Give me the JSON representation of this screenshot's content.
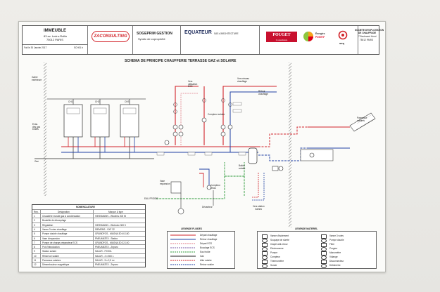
{
  "header": {
    "client": {
      "title": "IMMEUBLE",
      "line1": "83 av. Ledru-Rollin",
      "line2": "75012 PARIS"
    },
    "date_label": "Fait le 30 Janvier 2017",
    "doc_code": "SCH01 b",
    "logo_zaconsulting": "ZACONSULTING",
    "manager": {
      "title": "SOGEPRIM GESTION",
      "subtitle": "Syndic de copropriété"
    },
    "architect": {
      "title": "EQUATEUR",
      "subtitle": "SAS d'ARCHITECTURE"
    },
    "logo_pouget": {
      "name": "POUGET",
      "sub": "Consultants"
    },
    "logo_energies": {
      "line1": "Énergies",
      "line2": "POSIT'IF"
    },
    "logo_seq": "seq",
    "operator": {
      "title": "SOCIETE D'EXPLOITATION",
      "line2": "DE CHAUFFAGE",
      "line3": "7 Boulevard Henri",
      "line4": "75012 PARIS"
    }
  },
  "diagram": {
    "title": "SCHEMA DE PRINCIPE CHAUFFERIE TERRASSE  GAZ et SOLAIRE",
    "boilers": [
      "CH1",
      "CH2",
      "CH3"
    ],
    "labels": {
      "gaine": "Gaine\nextérieure",
      "evac": "Evac.\ndes gaz\nbrûlés",
      "gaz": "Gaz",
      "eau_froide": "EAU FROIDE",
      "compteur_solaire": "Compteur solaire",
      "compteur_eau": "Compteur\nd'eau",
      "vers_utilisation": "Vers\nutilisation\nECS",
      "vers_chauffage": "Vers réseau\nchauffage",
      "retour_chauffage": "Retour\nchauffage",
      "capteurs": "Panneaux\nsolaires",
      "vers_station": "Vers station\nbalnéo",
      "vase": "Vase\nexpansion",
      "decanteur": "Décanteur",
      "ballon": "Ballon\nsolaire"
    }
  },
  "nomenclature": {
    "title": "NOMENCLATURE",
    "headers": [
      "Rep.",
      "Désignation",
      "Marque & type"
    ],
    "rows": [
      [
        "1",
        "Chaudière murale gaz à condensation",
        "VIESSMANN - Vitodens 200 W"
      ],
      [
        "2",
        "Bouteille de découplage",
        ""
      ],
      [
        "3",
        "Régulation",
        "VIESSMANN - Vitotronic 300 K"
      ],
      [
        "4",
        "Vanne 3 voies chauffage",
        "SIEMENS - VXF 32"
      ],
      [
        "5",
        "Pompe double chauffage",
        "GRUNDFOS - MAGNA 3D 40-180"
      ],
      [
        "6",
        "Vase d'expansion",
        "PNEUMATEX - Statico"
      ],
      [
        "7",
        "Pompe de charge préparateur ECS",
        "GRUNDFOS - MAGNA 3D 32-100"
      ],
      [
        "8",
        "Pot d'introduction",
        "PNEUMATEX - Zeparo"
      ],
      [
        "9",
        "Station solaire",
        "SALUR - FXSOL"
      ],
      [
        "10",
        "Réservoir solaire",
        "SALUR - 2 x 500 L"
      ],
      [
        "11",
        "Panneaux solaires",
        "SALUR - 5 x 2,5 m²"
      ],
      [
        "12",
        "Désembouleur magnétique",
        "PNEUMATEX - Zeparo"
      ]
    ]
  },
  "legend_fluids": {
    "title": "LEGENDE FLUIDES",
    "items": [
      {
        "label": "Départ chauffage",
        "color": "#d2232a",
        "dash": false
      },
      {
        "label": "Retour chauffage",
        "color": "#1f3fa3",
        "dash": false
      },
      {
        "label": "Départ ECS",
        "color": "#e07a85",
        "dash": true
      },
      {
        "label": "Bouclage ECS",
        "color": "#7b5aa6",
        "dash": true
      },
      {
        "label": "Eau froide",
        "color": "#2e9a3a",
        "dash": true
      },
      {
        "label": "Gaz",
        "color": "#222222",
        "dash": false
      },
      {
        "label": "Aller solaire",
        "color": "#d2232a",
        "dash": true
      },
      {
        "label": "Retour solaire",
        "color": "#1f3fa3",
        "dash": true
      }
    ]
  },
  "legend_material": {
    "title": "LEGENDE MATERIEL",
    "col1": [
      "Vanne d'isolement",
      "Soupape de sûreté",
      "Clapet anti-retour",
      "Electrovanne",
      "Pompe",
      "Compteur",
      "Thermomètre",
      "Sonde"
    ],
    "col2": [
      "Vanne 3 voies",
      "Pompe double",
      "Filtre",
      "Purgeur",
      "Manomètre",
      "Vidange",
      "Disconnecteur",
      "Débitmètre"
    ]
  }
}
